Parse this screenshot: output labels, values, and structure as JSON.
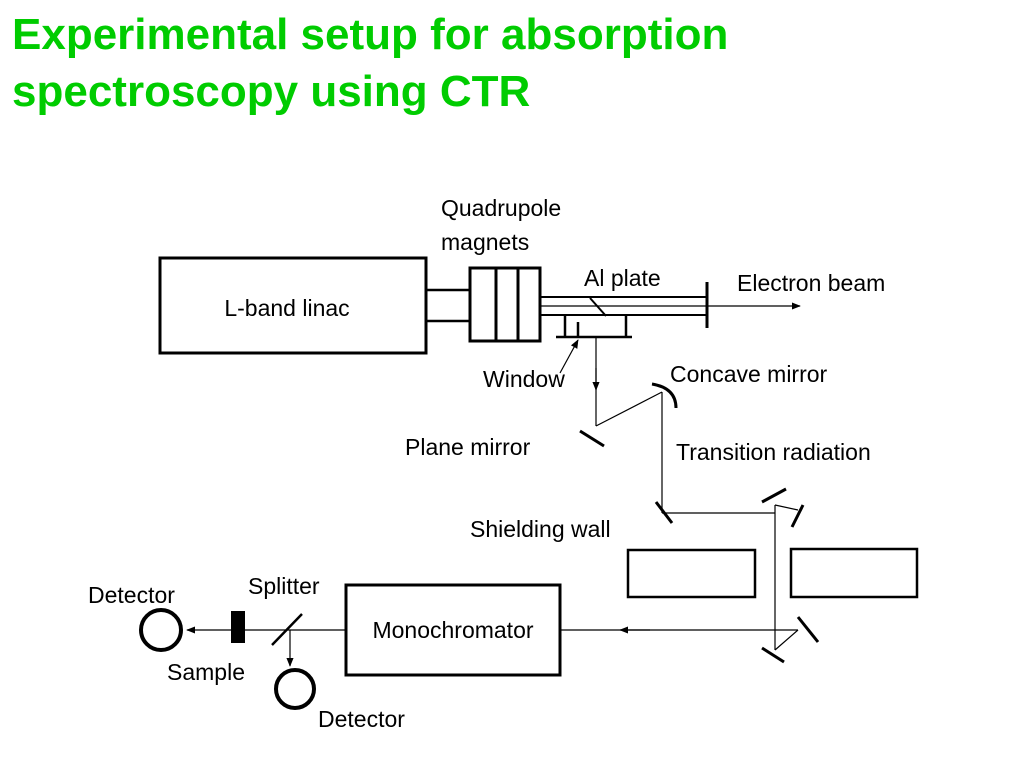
{
  "slide": {
    "title_line1": "Experimental setup for absorption",
    "title_line2": "spectroscopy using CTR",
    "title_color": "#00cc00"
  },
  "diagram": {
    "linac_label": "L-band linac",
    "quad_label_1": "Quadrupole",
    "quad_label_2": "magnets",
    "al_plate_label": "Al plate",
    "electron_beam_label": "Electron beam",
    "window_label": "Window",
    "concave_mirror_label": "Concave mirror",
    "plane_mirror_label": "Plane mirror",
    "transition_radiation_label": "Transition radiation",
    "shielding_wall_label": "Shielding wall",
    "splitter_label": "Splitter",
    "detector_left_label": "Detector",
    "detector_bottom_label": "Detector",
    "sample_label": "Sample",
    "monochromator_label": "Monochromator"
  }
}
